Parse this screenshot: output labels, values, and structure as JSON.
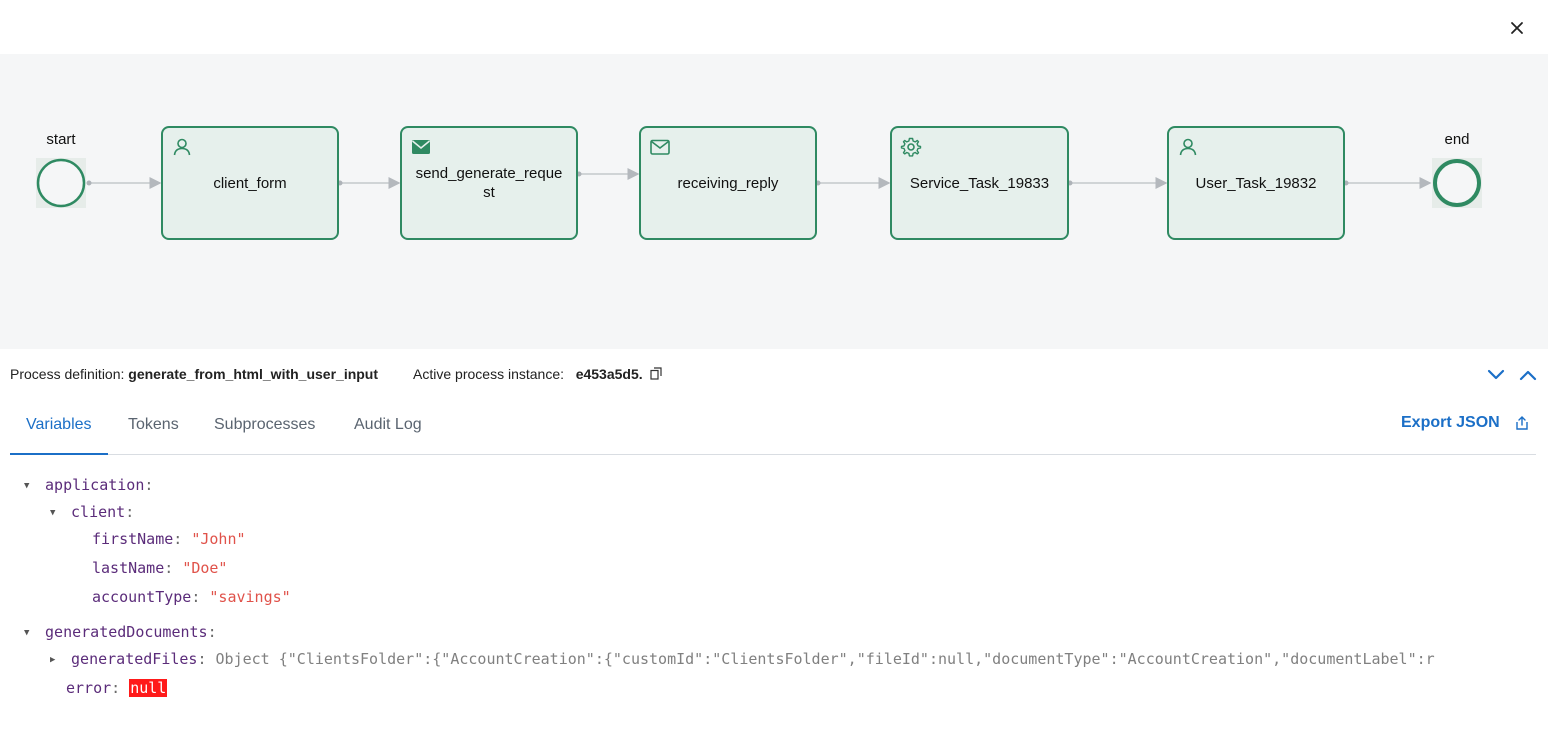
{
  "diagram": {
    "start_label": "start",
    "end_label": "end",
    "tasks": [
      {
        "label": "client_form",
        "icon": "user-icon"
      },
      {
        "label": "send_generate_request",
        "icon": "envelope-filled-icon"
      },
      {
        "label": "receiving_reply",
        "icon": "envelope-outline-icon"
      },
      {
        "label": "Service_Task_19833",
        "icon": "gear-icon"
      },
      {
        "label": "User_Task_19832",
        "icon": "user-icon"
      }
    ],
    "accent_color": "#2f8a62",
    "task_fill": "#e6f0ec"
  },
  "meta": {
    "process_definition_label": "Process definition:",
    "process_definition_value": "generate_from_html_with_user_input",
    "active_instance_label": "Active process instance:",
    "active_instance_value": "e453a5d5."
  },
  "tabs": [
    {
      "label": "Variables",
      "active": true
    },
    {
      "label": "Tokens",
      "active": false
    },
    {
      "label": "Subprocesses",
      "active": false
    },
    {
      "label": "Audit Log",
      "active": false
    }
  ],
  "export_label": "Export JSON",
  "variables": {
    "application_key": "application",
    "client_key": "client",
    "first_name_key": "firstName",
    "first_name_value": "\"John\"",
    "last_name_key": "lastName",
    "last_name_value": "\"Doe\"",
    "account_type_key": "accountType",
    "account_type_value": "\"savings\"",
    "generated_documents_key": "generatedDocuments",
    "generated_files_key": "generatedFiles",
    "generated_files_value": "Object {\"ClientsFolder\":{\"AccountCreation\":{\"customId\":\"ClientsFolder\",\"fileId\":null,\"documentType\":\"AccountCreation\",\"documentLabel\":r",
    "error_key": "error",
    "error_value": "null"
  },
  "colors": {
    "link_blue": "#1b6fc7",
    "key_purple": "#5b2c7a",
    "string_red": "#e0524a",
    "null_bg": "#ff1a1a"
  }
}
